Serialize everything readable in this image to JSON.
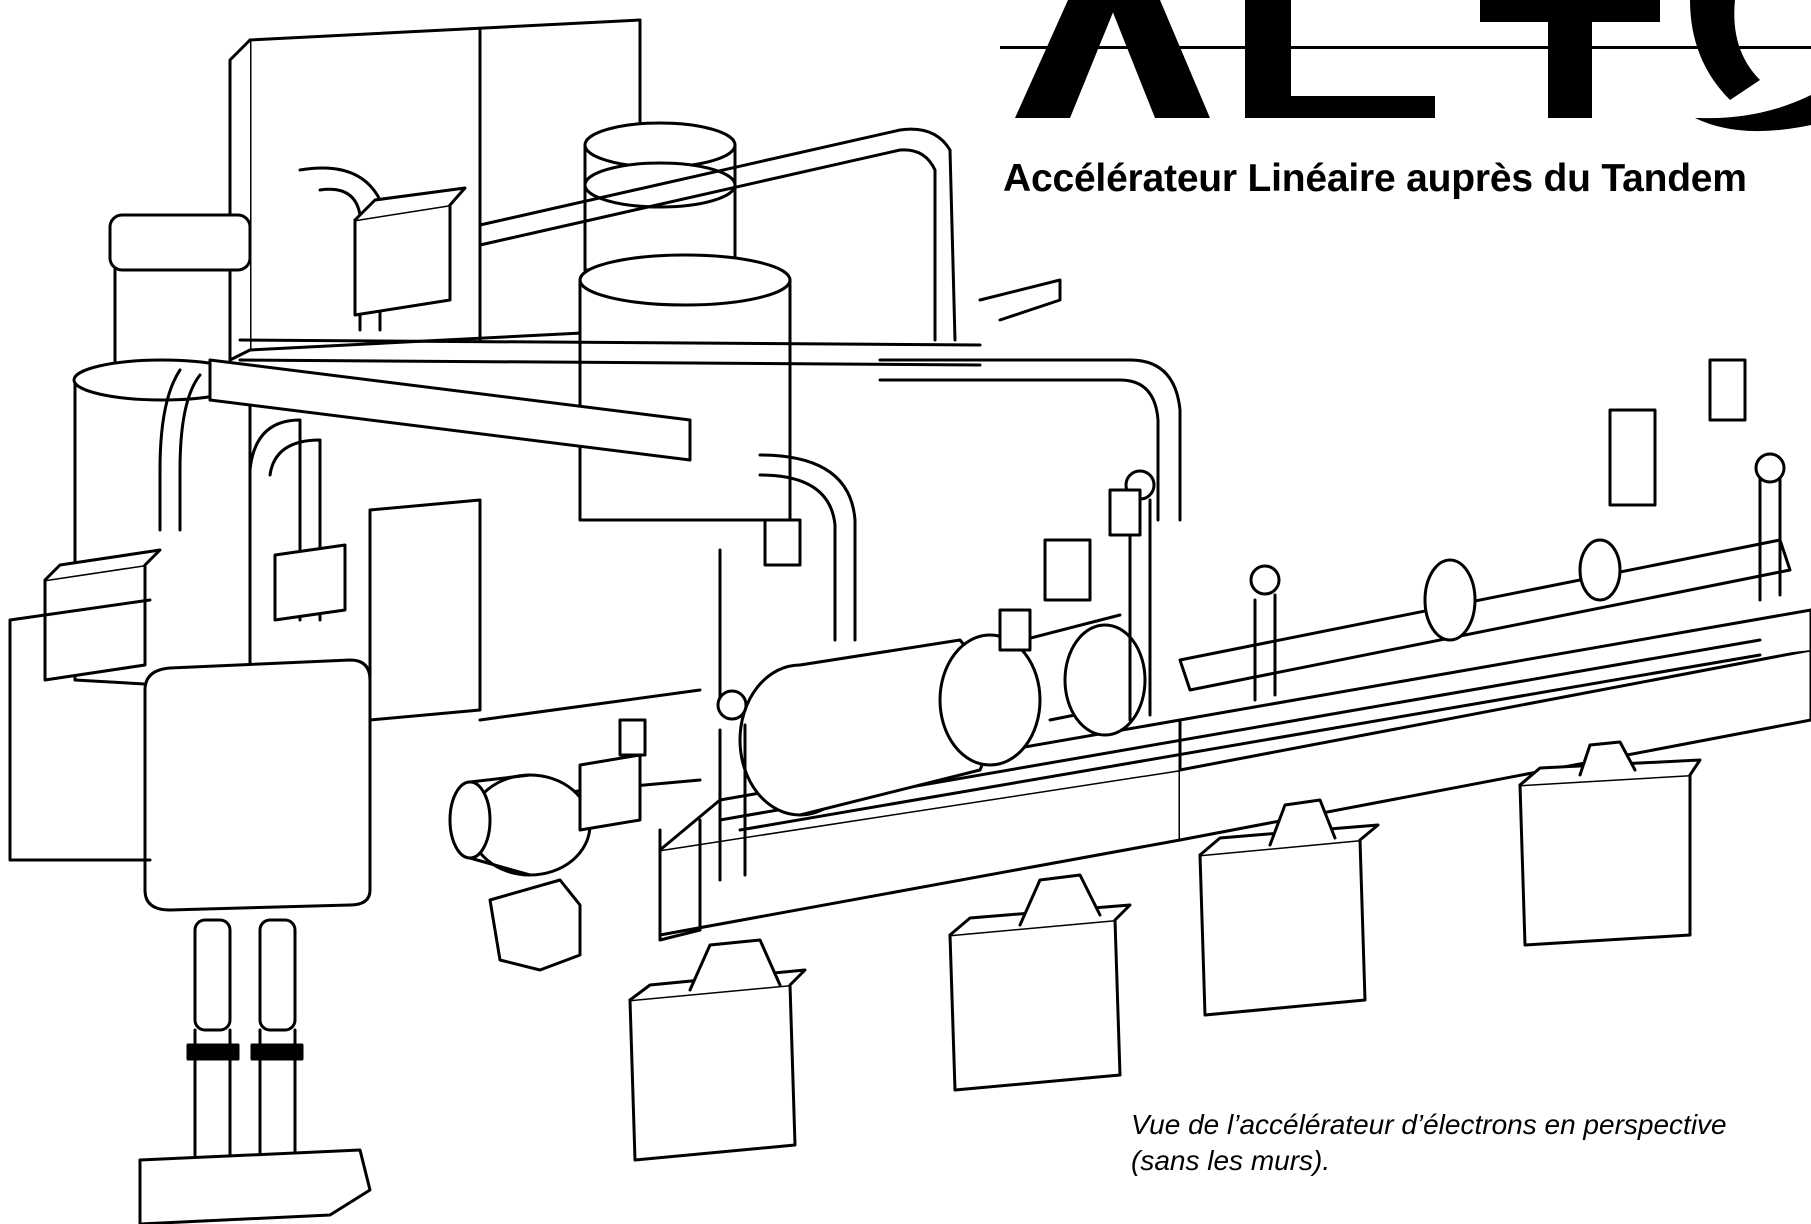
{
  "logo": {
    "text": "ALTO"
  },
  "header": {
    "subtitle": "Accélérateur Linéaire auprès du Tandem"
  },
  "caption": {
    "line1": "Vue de l’accélérateur d’électrons en perspective",
    "line2": "(sans les murs)."
  },
  "colors": {
    "ink": "#000000",
    "paper": "#ffffff"
  }
}
